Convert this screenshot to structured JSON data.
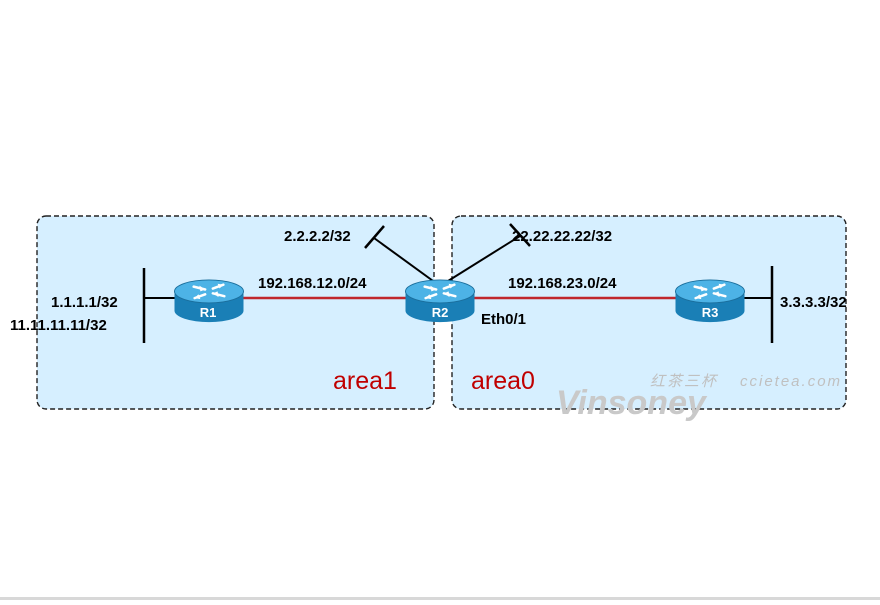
{
  "colors": {
    "area_fill": "#d6efff",
    "link": "#c0272d",
    "area_label": "#c00000",
    "router_body": "#1f8ec6"
  },
  "areas": [
    {
      "label": "area1"
    },
    {
      "label": "area0"
    }
  ],
  "routers": [
    {
      "name": "R1",
      "icon": "router-icon"
    },
    {
      "name": "R2",
      "icon": "router-icon"
    },
    {
      "name": "R3",
      "icon": "router-icon"
    }
  ],
  "links": [
    {
      "subnet": "192.168.12.0/24"
    },
    {
      "subnet": "192.168.23.0/24",
      "interface": "Eth0/1"
    }
  ],
  "loopbacks": {
    "r1": [
      "1.1.1.1/32",
      "11.11.11.11/32"
    ],
    "r2": [
      "2.2.2.2/32",
      "22.22.22.22/32"
    ],
    "r3": [
      "3.3.3.3/32"
    ]
  },
  "watermark": {
    "name": "Vinsoney",
    "site_cn": "红茶三杯",
    "site": "ccietea.com"
  }
}
